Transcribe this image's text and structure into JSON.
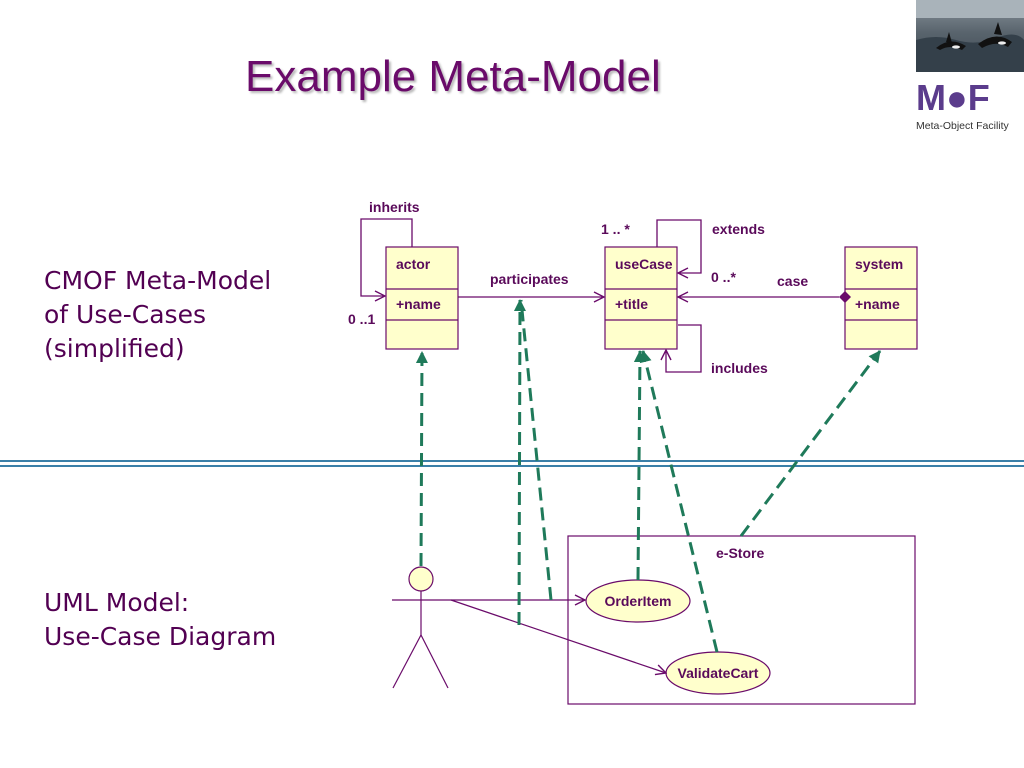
{
  "title": "Example Meta-Model",
  "left_texts": {
    "cmof": [
      "CMOF Meta-Model",
      "of Use-Cases",
      "(simplified)"
    ],
    "uml": [
      "UML Model:",
      "Use-Case Diagram"
    ]
  },
  "logo": {
    "letters": "M●F",
    "caption": "Meta-Object Facility"
  },
  "classes": {
    "actor": {
      "name": "actor",
      "attr": "+name"
    },
    "usecase": {
      "name": "useCase",
      "attr": "+title"
    },
    "system": {
      "name": "system",
      "attr": "+name"
    }
  },
  "labels": {
    "inherits": "inherits",
    "mult_01": "0 ..1",
    "participates": "participates",
    "mult_1n": "1 .. *",
    "extends": "extends",
    "mult_0n": "0 ..*",
    "case": "case",
    "includes": "includes"
  },
  "uml": {
    "system_name": "e-Store",
    "usecase1": "OrderItem",
    "usecase2": "ValidateCart"
  },
  "colors": {
    "purple": "#6a0b6a",
    "class_fill": "#ffffcc",
    "dashed_green": "#1f7a5a",
    "rule_blue": "#3a7fa8"
  }
}
